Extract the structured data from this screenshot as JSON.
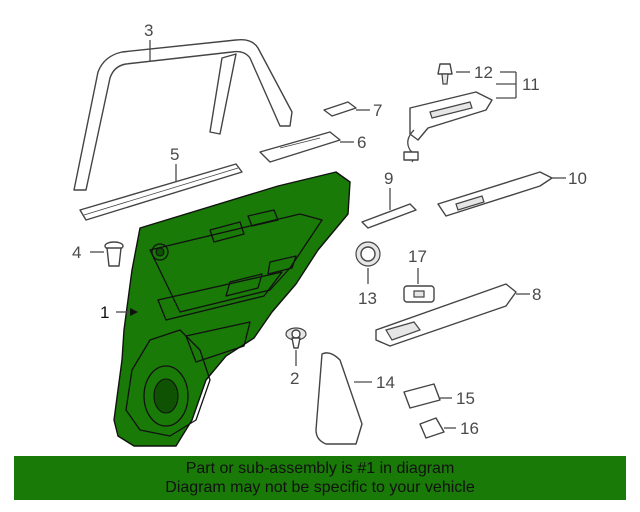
{
  "callouts": {
    "c1": "1",
    "c2": "2",
    "c3": "3",
    "c4": "4",
    "c5": "5",
    "c6": "6",
    "c7": "7",
    "c8": "8",
    "c9": "9",
    "c10": "10",
    "c11": "11",
    "c12": "12",
    "c13": "13",
    "c14": "14",
    "c15": "15",
    "c16": "16",
    "c17": "17"
  },
  "highlight_color": "#197a07",
  "banner": {
    "line1": "Part or sub-assembly is #1 in diagram",
    "line2": "Diagram may not be specific to your vehicle"
  }
}
